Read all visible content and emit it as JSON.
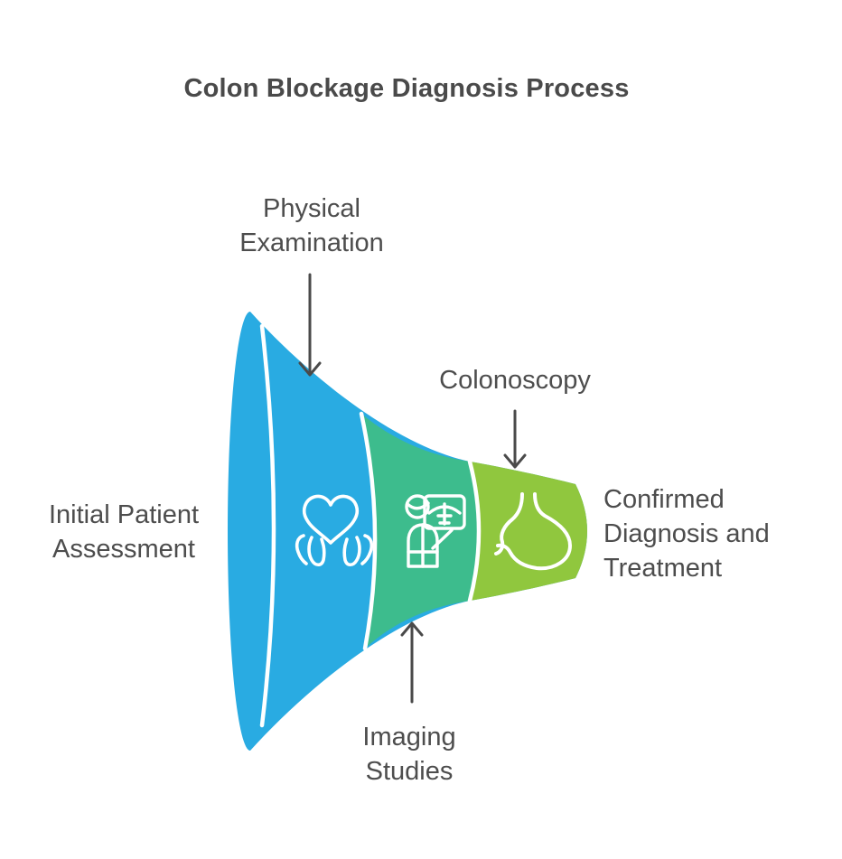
{
  "title": "Colon Blockage Diagnosis Process",
  "colors": {
    "blue_section": "#29ABE2",
    "green_section": "#3DBC8D",
    "lime_section": "#90C73E",
    "divider_stroke": "#FFFFFF",
    "icon_stroke": "#FFFFFF",
    "arrow": "#4A4A4A",
    "text": "#4D4D4D",
    "background": "#FFFFFF"
  },
  "stages": [
    {
      "order": 1,
      "label": "Initial Patient\nAssessment",
      "position": "left of funnel mouth"
    },
    {
      "order": 2,
      "label": "Physical\nExamination",
      "section_color": "#29ABE2",
      "icon": "hands-heart-icon"
    },
    {
      "order": 3,
      "label": "Imaging\nStudies",
      "section_color": "#3DBC8D",
      "icon": "doctor-presentation-icon"
    },
    {
      "order": 4,
      "label": "Colonoscopy",
      "section_color": "#90C73E",
      "icon": "stomach-icon"
    },
    {
      "order": 5,
      "label": "Confirmed\nDiagnosis and\nTreatment",
      "position": "right of funnel outlet"
    }
  ]
}
